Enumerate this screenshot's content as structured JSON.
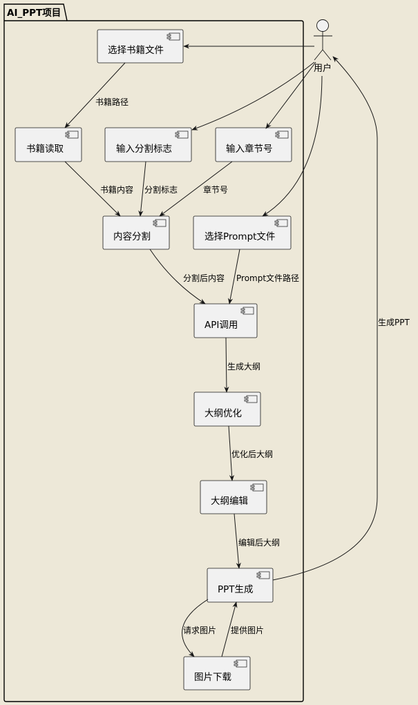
{
  "package": {
    "title": "AI_PPT项目"
  },
  "actor": {
    "label": "用户"
  },
  "components": {
    "select_book": "选择书籍文件",
    "read_book": "书籍读取",
    "input_delim": "输入分割标志",
    "input_chapter": "输入章节号",
    "content_split": "内容分割",
    "select_prompt": "选择Prompt文件",
    "api_call": "API调用",
    "outline_opt": "大纲优化",
    "outline_edit": "大纲编辑",
    "ppt_gen": "PPT生成",
    "img_download": "图片下载"
  },
  "edges": {
    "book_path": "书籍路径",
    "book_content": "书籍内容",
    "split_flag": "分割标志",
    "chapter_no": "章节号",
    "split_content": "分割后内容",
    "prompt_path": "Prompt文件路径",
    "gen_outline": "生成大纲",
    "opt_outline": "优化后大纲",
    "edit_outline": "编辑后大纲",
    "gen_ppt": "生成PPT",
    "req_img": "请求图片",
    "give_img": "提供图片"
  }
}
